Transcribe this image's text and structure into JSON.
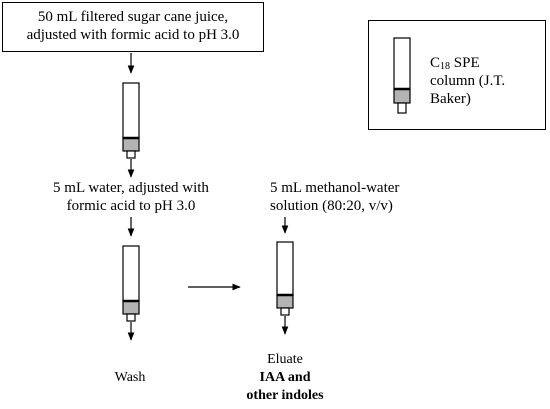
{
  "start_box": {
    "line1": "50 mL filtered sugar cane juice,",
    "line2": "adjusted with formic acid to pH 3.0"
  },
  "legend": {
    "c_prefix": "C",
    "c_subscript": "18",
    "line1_rest": " SPE",
    "line2": "column (J.T.",
    "line3": "Baker)"
  },
  "wash_solution": {
    "line1": "5 mL water, adjusted with",
    "line2": "formic acid to pH 3.0"
  },
  "elution_solution": {
    "line1": "5 mL methanol-water",
    "line2": "solution (80:20, v/v)"
  },
  "outputs": {
    "wash": "Wash",
    "eluate": "Eluate",
    "eluate_bold1": "IAA and",
    "eluate_bold2": "other indoles"
  },
  "colors": {
    "line": "#000000",
    "packing": "#b3b3b3",
    "background": "#ffffff"
  }
}
